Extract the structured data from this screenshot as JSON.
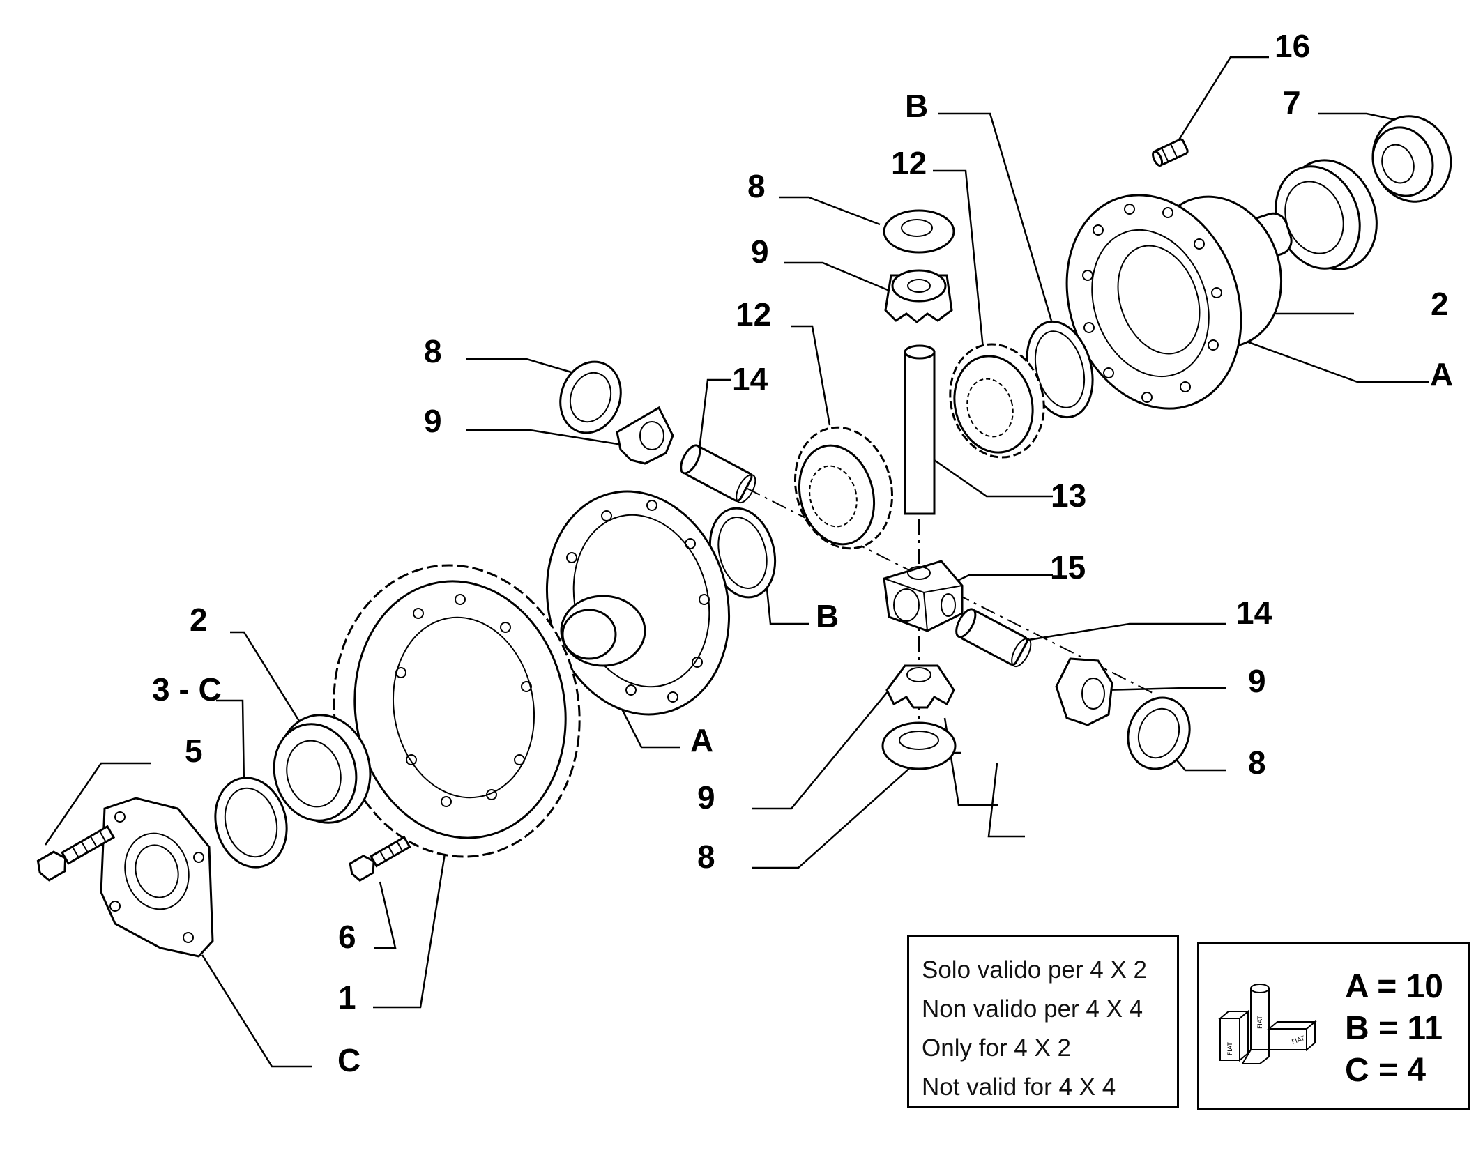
{
  "callouts": {
    "c16": "16",
    "c7": "7",
    "cB_top": "B",
    "c12_top": "12",
    "c8_top": "8",
    "c9_top": "9",
    "c2_right": "2",
    "cA_right": "A",
    "c12_mid": "12",
    "c8_left": "8",
    "c14_top": "14",
    "c9_left": "9",
    "c13": "13",
    "c15": "15",
    "cB_mid": "B",
    "c14_right": "14",
    "c9_right": "9",
    "c8_right": "8",
    "c2_left": "2",
    "c3C": "3 - C",
    "c5": "5",
    "cA_mid": "A",
    "c9_bottom": "9",
    "c8_bottom": "8",
    "c6": "6",
    "c1": "1",
    "cC": "C"
  },
  "note": {
    "lines": [
      "Solo valido per 4 X 2",
      "Non valido per 4 X 4",
      "Only for 4 X 2",
      "Not valid for 4 X 4"
    ]
  },
  "quantities": {
    "lines": [
      "A = 10",
      "B = 11",
      "C = 4"
    ],
    "logo_text": "FIAT"
  }
}
